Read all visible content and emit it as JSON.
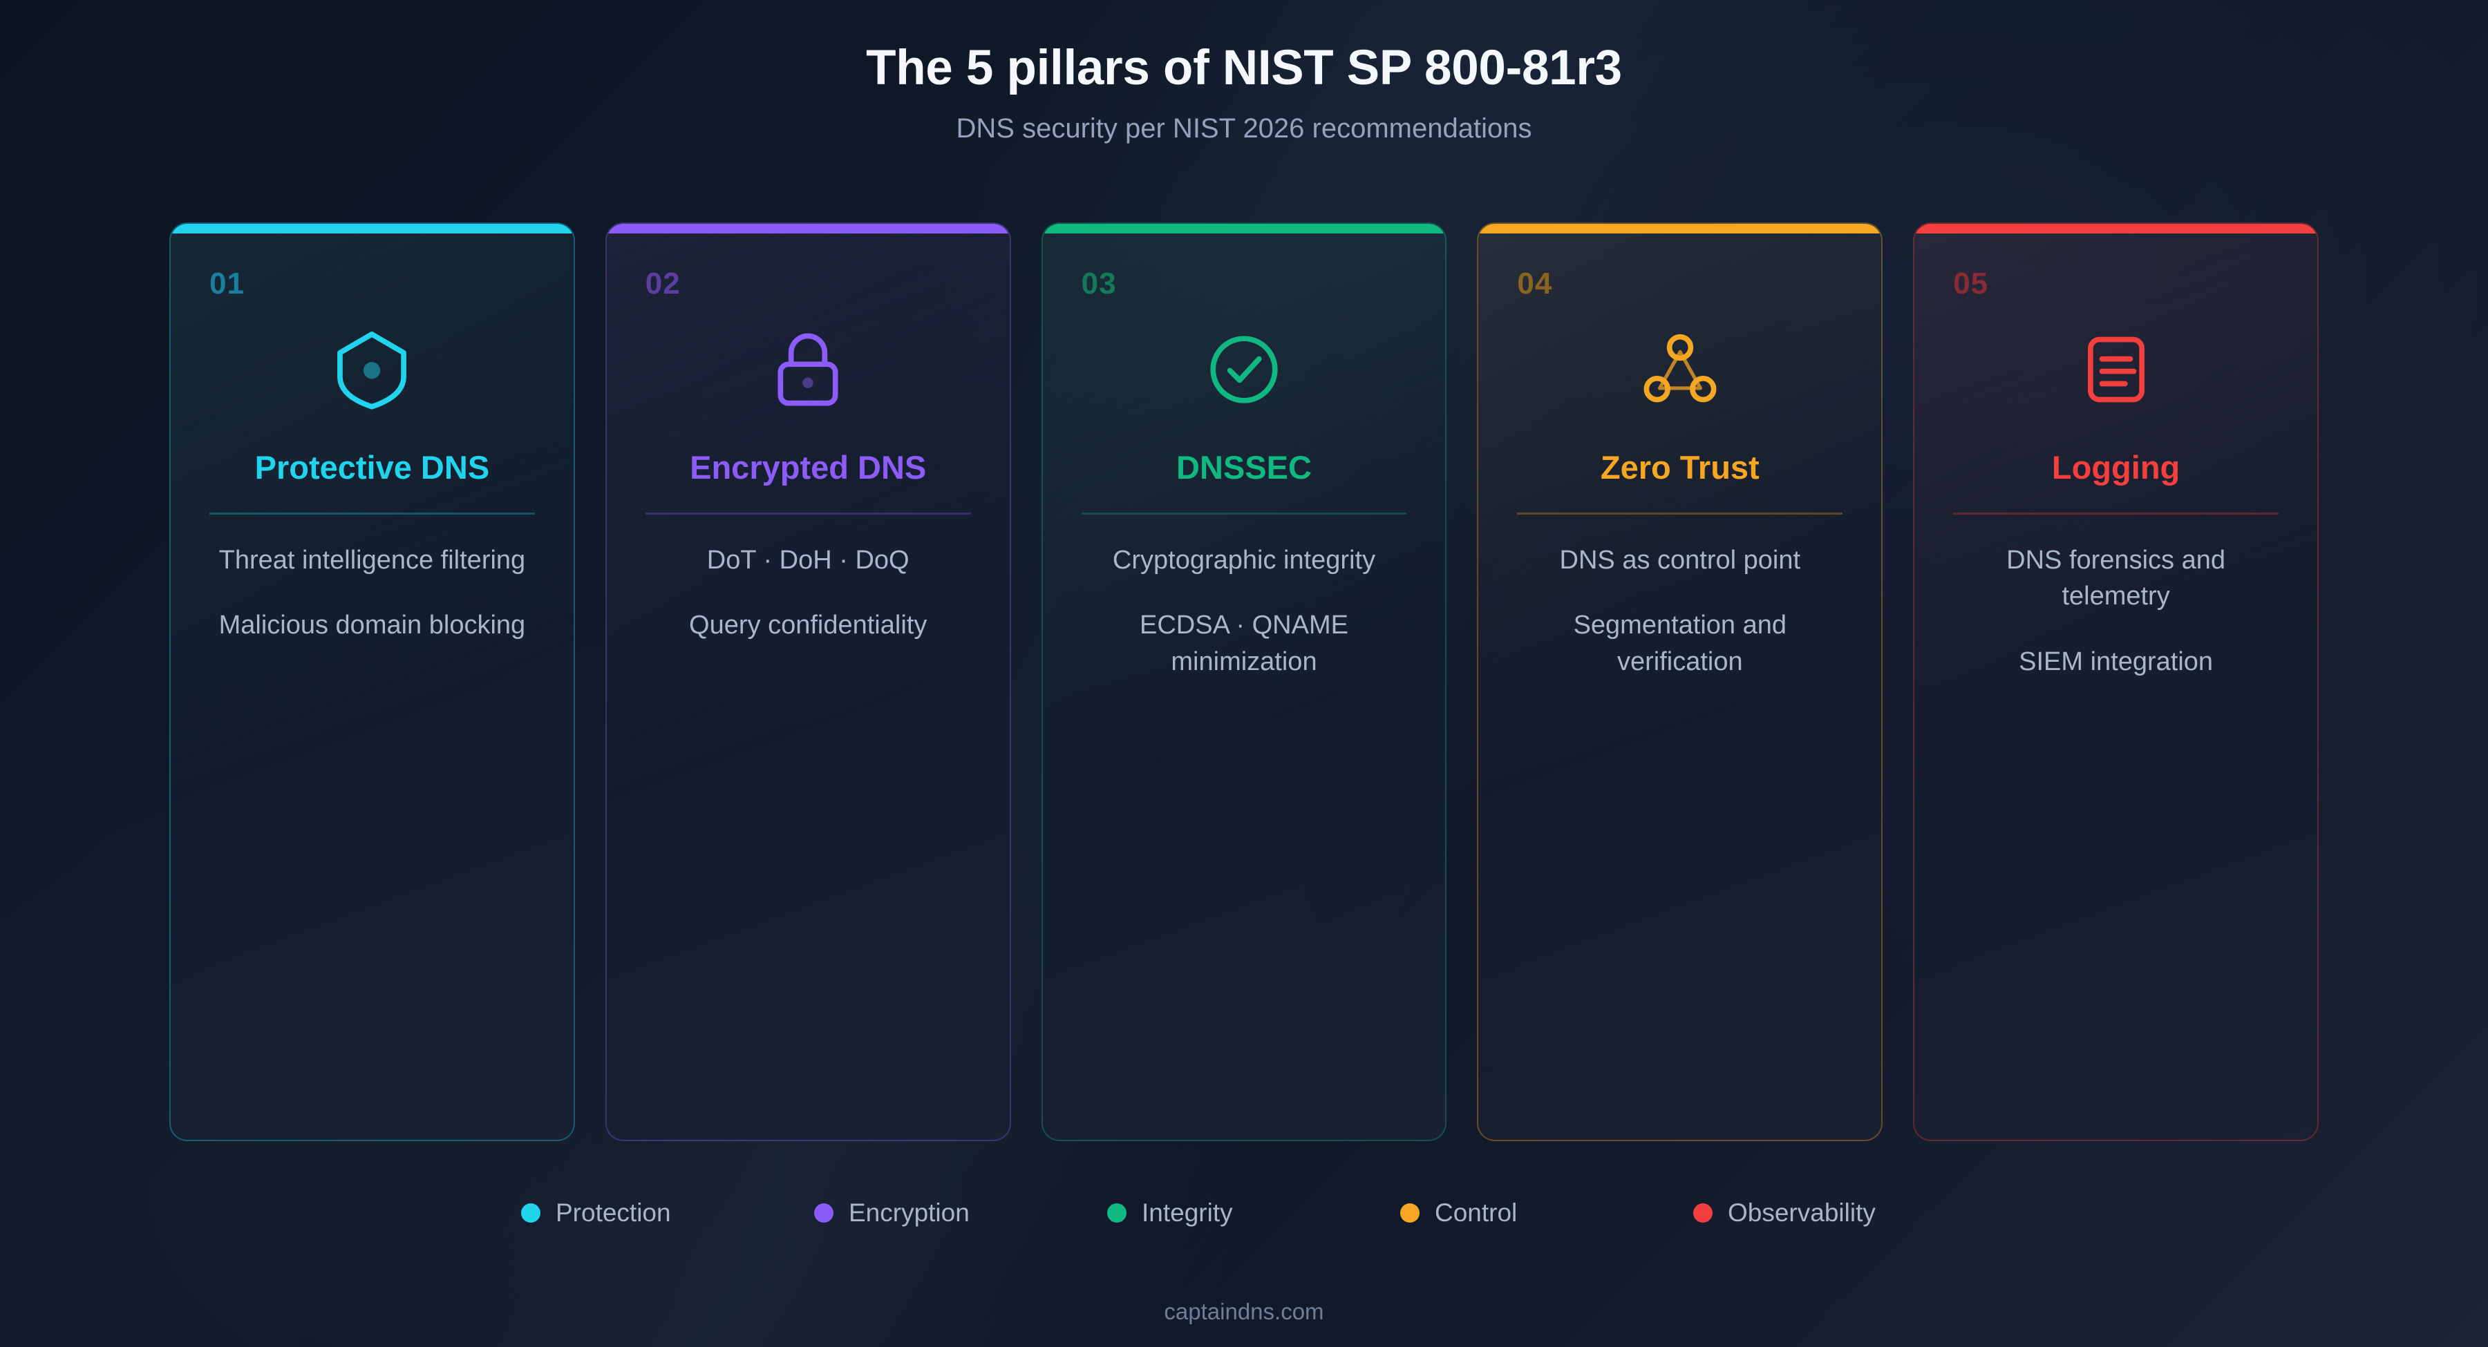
{
  "header": {
    "title": "The 5 pillars of NIST SP 800-81r3",
    "subtitle": "DNS security per NIST 2026 recommendations"
  },
  "cards": [
    {
      "number": "01",
      "title": "Protective DNS",
      "icon": "shield-icon",
      "accent": "#22d3ee",
      "number_color": "#1b7f9e",
      "divider_color": "rgba(34,211,238,0.30)",
      "border_color": "rgba(34,211,238,0.34)",
      "tint": "rgba(34,211,238,0.055)",
      "bullets": [
        "Threat intelligence filtering",
        "Malicious domain blocking"
      ]
    },
    {
      "number": "02",
      "title": "Encrypted DNS",
      "icon": "lock-icon",
      "accent": "#8b5cf6",
      "number_color": "#5b3fa0",
      "divider_color": "rgba(139,92,246,0.30)",
      "border_color": "rgba(139,92,246,0.34)",
      "tint": "rgba(139,92,246,0.055)",
      "bullets": [
        "DoT · DoH · DoQ",
        "Query confidentiality"
      ]
    },
    {
      "number": "03",
      "title": "DNSSEC",
      "icon": "check-circle-icon",
      "accent": "#10b981",
      "number_color": "#15795b",
      "divider_color": "rgba(16,185,129,0.30)",
      "border_color": "rgba(16,185,129,0.34)",
      "tint": "rgba(16,185,129,0.055)",
      "bullets": [
        "Cryptographic integrity",
        "ECDSA · QNAME minimization"
      ]
    },
    {
      "number": "04",
      "title": "Zero Trust",
      "icon": "network-nodes-icon",
      "accent": "#f5a623",
      "number_color": "#8a6520",
      "divider_color": "rgba(245,166,35,0.30)",
      "border_color": "rgba(245,166,35,0.34)",
      "tint": "rgba(245,166,35,0.045)",
      "bullets": [
        "DNS as control point",
        "Segmentation and verification"
      ]
    },
    {
      "number": "05",
      "title": "Logging",
      "icon": "log-lines-icon",
      "accent": "#f43f3f",
      "number_color": "#8c2a34",
      "divider_color": "rgba(244,63,63,0.30)",
      "border_color": "rgba(244,63,63,0.34)",
      "tint": "rgba(244,63,63,0.050)",
      "bullets": [
        "DNS forensics and telemetry",
        "SIEM integration"
      ]
    }
  ],
  "legend": [
    {
      "label": "Protection",
      "color": "#22d3ee"
    },
    {
      "label": "Encryption",
      "color": "#8b5cf6"
    },
    {
      "label": "Integrity",
      "color": "#10b981"
    },
    {
      "label": "Control",
      "color": "#f5a623"
    },
    {
      "label": "Observability",
      "color": "#f43f3f"
    }
  ],
  "footer": {
    "text": "captaindns.com"
  }
}
